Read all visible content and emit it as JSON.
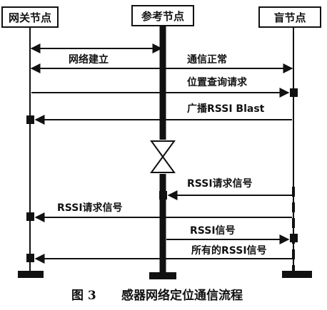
{
  "nodes": {
    "gateway": "网关节点",
    "reference": "参考节点",
    "blind": "盲节点"
  },
  "messages": [
    {
      "id": "network-setup",
      "text": "网络建立"
    },
    {
      "id": "comm-ok",
      "text": "通信正常"
    },
    {
      "id": "position-query",
      "text": "位置查询请求"
    },
    {
      "id": "rssi-blast",
      "text": "广播RSSI Blast"
    },
    {
      "id": "rssi-request-ref",
      "text": "RSSI请求信号"
    },
    {
      "id": "rssi-request-gw",
      "text": "RSSI请求信号"
    },
    {
      "id": "rssi-signal",
      "text": "RSSI信号"
    },
    {
      "id": "all-rssi",
      "text": "所有的RSSI信号"
    }
  ],
  "caption": {
    "figure": "图 3",
    "title": "感器网络定位通信流程"
  }
}
